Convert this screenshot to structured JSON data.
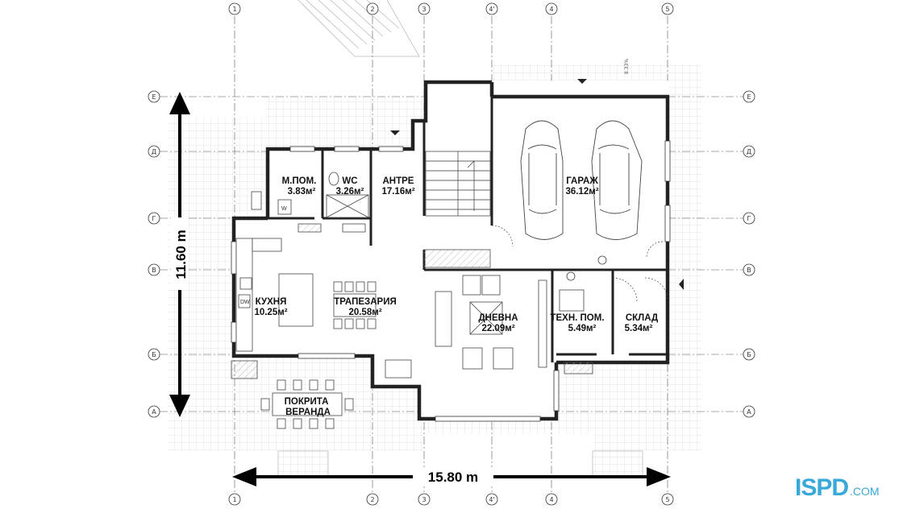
{
  "rooms": [
    {
      "name": "М.ПОМ.",
      "area": "3.83м²"
    },
    {
      "name": "WC",
      "area": "3.26м²"
    },
    {
      "name": "АНТРЕ",
      "area": "17.16м²"
    },
    {
      "name": "ГАРАЖ",
      "area": "36.12м²"
    },
    {
      "name": "КУХНЯ",
      "area": "10.25м²"
    },
    {
      "name": "ТРАПЕЗАРИЯ",
      "area": "20.58м²"
    },
    {
      "name": "ДНЕВНА",
      "area": "22.09м²"
    },
    {
      "name": "ТЕХН. ПОМ.",
      "area": "5.49м²"
    },
    {
      "name": "СКЛАД",
      "area": "5.34м²"
    },
    {
      "name": "ПОКРИТА",
      "area": "ВЕРАНДА"
    }
  ],
  "dimensions": {
    "height": "11.60 m",
    "width": "15.80 m"
  },
  "axes": {
    "vertical": [
      "1",
      "2",
      "3",
      "4'",
      "4",
      "5"
    ],
    "horizontal": [
      "Е",
      "Д",
      "Г",
      "В",
      "Б",
      "А"
    ]
  },
  "appliances": {
    "washer": "W",
    "dishwasher": "DW"
  },
  "slope_note": "8.33%",
  "logo": {
    "mark": "ISPD",
    "domain": ".COM"
  },
  "colors": {
    "wall": "#222222",
    "paving_grid": "#d6d6d6",
    "dim_arrow": "#000000",
    "logo": "#38a9d8"
  }
}
